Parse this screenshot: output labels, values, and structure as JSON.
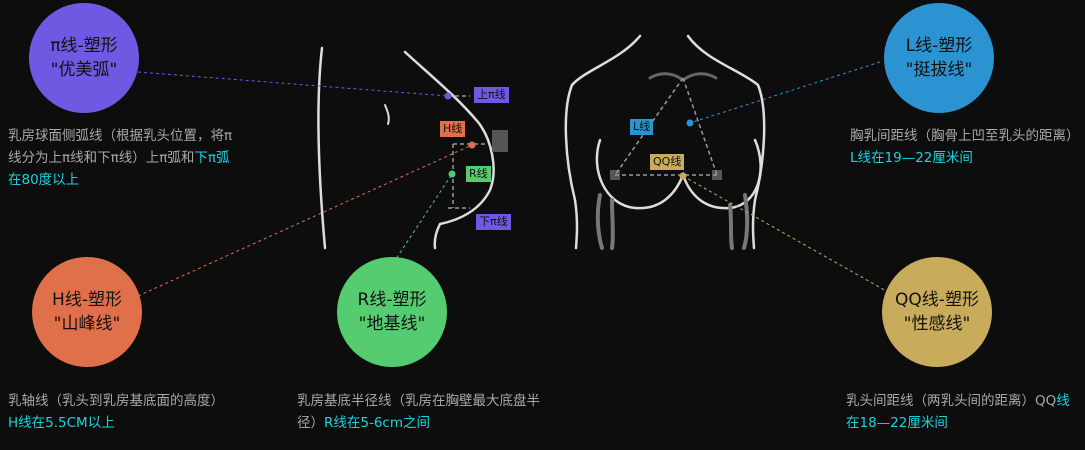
{
  "colors": {
    "pi": "#7158e2",
    "l": "#2b93d1",
    "h": "#e0704a",
    "r": "#55cc70",
    "qq": "#c9ab5c",
    "highlight": "#19d3e0"
  },
  "pi": {
    "title": "π线-塑形",
    "subtitle": "\"优美弧\"",
    "desc": "乳房球面侧弧线（根据乳头位置，将π线分为上π线和下π线）上π弧和",
    "highlight": "下π弧在80度以上"
  },
  "l": {
    "title": "L线-塑形",
    "subtitle": "\"挺拔线\"",
    "desc": "胸乳间距线（胸骨上凹至乳头的距离）",
    "highlight": "L线在19—22厘米间"
  },
  "h": {
    "title": "H线-塑形",
    "subtitle": "\"山峰线\"",
    "desc": "乳轴线（乳头到乳房基底面的高度）",
    "highlight": "H线在5.5CM以上"
  },
  "r": {
    "title": "R线-塑形",
    "subtitle": "\"地基线\"",
    "desc": "乳房基底半径线（乳房在胸壁最大底盘半径）",
    "highlight": "R线在5-6cm之间"
  },
  "qq": {
    "title": "QQ线-塑形",
    "subtitle": "\"性感线\"",
    "desc": "乳头间距线（两乳头间的距离）QQ",
    "highlight": "线在18—22厘米间"
  },
  "tags": {
    "upper_pi": "上π线",
    "lower_pi": "下π线",
    "h": "H线",
    "r": "R线",
    "l": "L线",
    "qq": "QQ线"
  }
}
